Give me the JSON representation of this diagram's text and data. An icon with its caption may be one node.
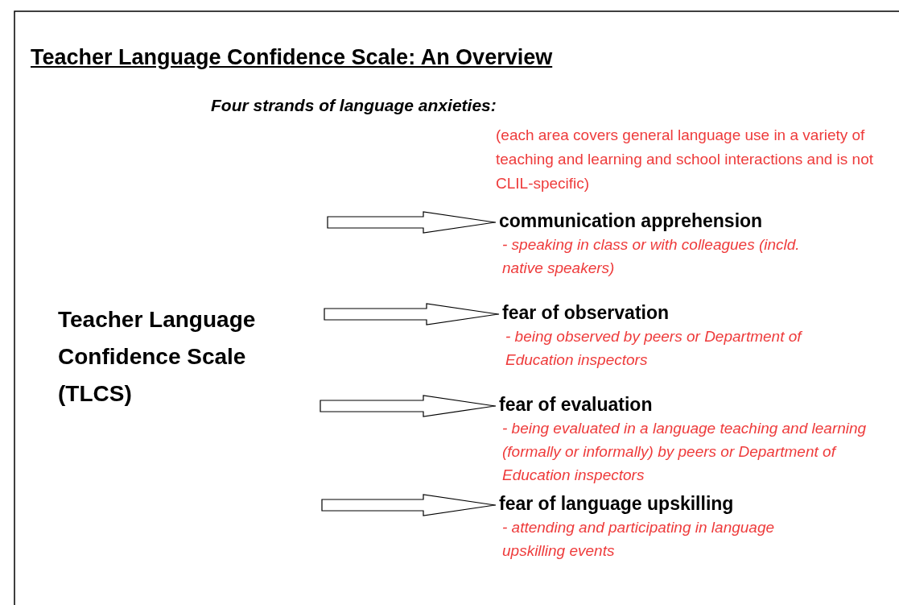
{
  "diagram": {
    "title": "Teacher Language Confidence Scale: An Overview",
    "nodes": [
      {
        "text": [
          "communication apprehension",
          "- speaking in class or with colleagues (incld. native speakers)"
        ]
      },
      {
        "text": [
          "fear of observation",
          "- being observed by peers or Department of Education inspectors"
        ]
      },
      {
        "text": [
          "fear of evaluation",
          "- being evaluated in a language teaching and learning (formally or informally) by peers or Department of Education inspectors"
        ]
      },
      {
        "text": [
          "fear of language upskilling",
          "- attending and participating in language upskilling events"
        ]
      }
    ],
    "edges": [
      {
        "from": null,
        "to": 0,
        "arrow": "to"
      },
      {
        "from": null,
        "to": 1,
        "arrow": "to"
      },
      {
        "from": null,
        "to": 2,
        "arrow": "to"
      },
      {
        "from": null,
        "to": 3,
        "arrow": "to"
      }
    ],
    "labels": [
      "Four strands of language anxieties:",
      "(each area covers general language use in a variety of teaching and learning and school interactions and is not CLIL-specific)",
      "Teacher Language Confidence Scale (TLCS)"
    ]
  }
}
